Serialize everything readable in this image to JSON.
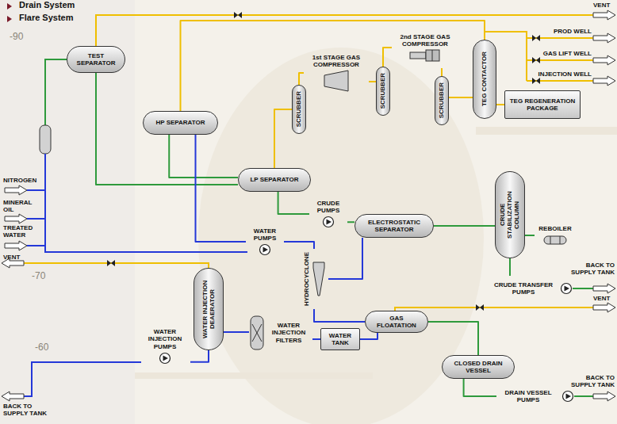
{
  "diagram": {
    "nodes": [
      {
        "text": [
          "TEST SEPARATOR"
        ]
      },
      {
        "text": [
          "1st STAGE GAS COMPRESSOR"
        ]
      },
      {
        "text": [
          "2nd STAGE GAS COMPRESSOR"
        ]
      },
      {
        "text": [
          "SCRUBBER"
        ]
      },
      {
        "text": [
          "SCRUBBER"
        ]
      },
      {
        "text": [
          "SCRUBBER"
        ]
      },
      {
        "text": [
          "TEG CONTACTOR"
        ]
      },
      {
        "text": [
          "TEG REGENERATION PACKAGE"
        ]
      },
      {
        "text": [
          "HP SEPARATOR"
        ]
      },
      {
        "text": [
          "LP SEPARATOR"
        ]
      },
      {
        "text": [
          "CRUDE PUMPS"
        ]
      },
      {
        "text": [
          "ELECTROSTATIC SEPARATOR"
        ]
      },
      {
        "text": [
          "CRUDE STABILIZATION COLUMN"
        ]
      },
      {
        "text": [
          "REBOILER"
        ]
      },
      {
        "text": [
          "WATER PUMPS"
        ]
      },
      {
        "text": [
          "HYDROCYCLONE"
        ]
      },
      {
        "text": [
          "CRUDE TRANSFER PUMPS"
        ]
      },
      {
        "text": [
          "WATER INJECTION DEAERATOR"
        ]
      },
      {
        "text": [
          "GAS FLOATATION"
        ]
      },
      {
        "text": [
          "WATER INJECTION FILTERS"
        ]
      },
      {
        "text": [
          "WATER TANK"
        ]
      },
      {
        "text": [
          "CLOSED DRAIN VESSEL"
        ]
      },
      {
        "text": [
          "WATER INJECTION PUMPS"
        ]
      },
      {
        "text": [
          "DRAIN VESSEL PUMPS"
        ]
      }
    ],
    "edges": [
      {
        "from": 0,
        "to": 9,
        "arrow": "none"
      },
      {
        "from": 8,
        "to": 9,
        "arrow": "none"
      },
      {
        "from": 8,
        "to": 6,
        "arrow": "none"
      },
      {
        "from": 9,
        "to": 3,
        "arrow": "none"
      },
      {
        "from": 3,
        "to": 1,
        "arrow": "none"
      },
      {
        "from": 1,
        "to": 4,
        "arrow": "none"
      },
      {
        "from": 4,
        "to": 2,
        "arrow": "none"
      },
      {
        "from": 2,
        "to": 5,
        "arrow": "none"
      },
      {
        "from": 5,
        "to": 6,
        "arrow": "none"
      },
      {
        "from": 6,
        "to": 7,
        "arrow": "none"
      },
      {
        "from": 9,
        "to": 10,
        "arrow": "none"
      },
      {
        "from": 10,
        "to": 11,
        "arrow": "none"
      },
      {
        "from": 11,
        "to": 12,
        "arrow": "none"
      },
      {
        "from": 12,
        "to": 13,
        "arrow": "none"
      },
      {
        "from": 12,
        "to": 16,
        "arrow": "none"
      },
      {
        "from": 8,
        "to": 14,
        "arrow": "none"
      },
      {
        "from": 14,
        "to": 15,
        "arrow": "none"
      },
      {
        "from": 11,
        "to": 15,
        "arrow": "none"
      },
      {
        "from": 15,
        "to": 18,
        "arrow": "none"
      },
      {
        "from": 18,
        "to": 20,
        "arrow": "none"
      },
      {
        "from": 20,
        "to": 19,
        "arrow": "none"
      },
      {
        "from": 19,
        "to": 17,
        "arrow": "none"
      },
      {
        "from": 17,
        "to": 22,
        "arrow": "none"
      },
      {
        "from": 18,
        "to": 21,
        "arrow": "none"
      },
      {
        "from": 21,
        "to": 23,
        "arrow": "none"
      }
    ],
    "labels": [
      "Drain System",
      "Flare System",
      "VENT",
      "PROD WELL",
      "GAS LIFT WELL",
      "INJECTION WELL",
      "NITROGEN",
      "MINERAL OIL",
      "TREATED WATER",
      "BACK TO SUPPLY TANK",
      "VENT",
      "BACK TO SUPPLY TANK",
      "VENT",
      "BACK TO SUPPLY TANK",
      "-90",
      "-70",
      "-60"
    ]
  }
}
